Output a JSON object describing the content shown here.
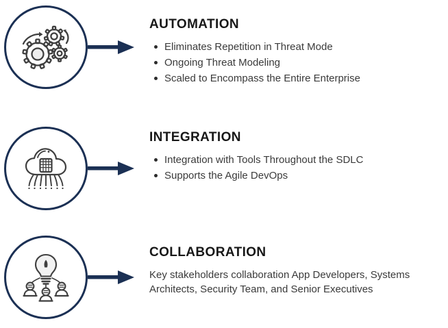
{
  "diagram": {
    "title_implicit": "",
    "accent_color": "#1b3054",
    "icon_color": "#3f3f3f",
    "heading_color": "#181818",
    "body_color": "#3a3a3a",
    "background": "#ffffff",
    "sections": [
      {
        "id": "automation",
        "icon": "gears-icon",
        "arrow": "arrow-right-icon",
        "heading": "AUTOMATION",
        "body_type": "bullets",
        "bullets": [
          "Eliminates Repetition in Threat Mode",
          "Ongoing Threat Modeling",
          "Scaled to Encompass the Entire Enterprise"
        ]
      },
      {
        "id": "integration",
        "icon": "cloud-chip-icon",
        "arrow": "arrow-right-icon",
        "heading": "INTEGRATION",
        "body_type": "bullets",
        "bullets": [
          "Integration with Tools Throughout the SDLC",
          "Supports the Agile DevOps"
        ]
      },
      {
        "id": "collaboration",
        "icon": "lightbulb-people-icon",
        "arrow": "arrow-right-icon",
        "heading": "COLLABORATION",
        "body_type": "paragraph",
        "paragraph": "Key stakeholders collaboration App Developers, Systems Architects, Security Team, and Senior Executives"
      }
    ]
  }
}
